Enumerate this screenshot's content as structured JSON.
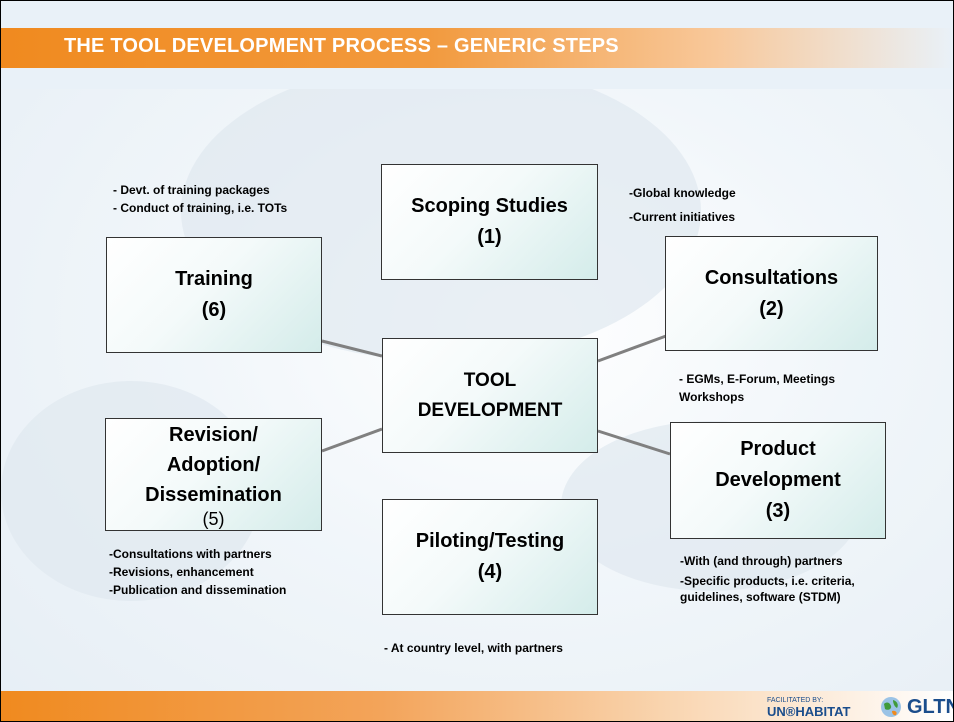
{
  "title": "THE TOOL DEVELOPMENT PROCESS – GENERIC STEPS",
  "center": {
    "line1": "TOOL",
    "line2": "DEVELOPMENT"
  },
  "steps": {
    "scoping": {
      "line1": "Scoping Studies",
      "number": "(1)"
    },
    "consultations": {
      "line1": "Consultations",
      "number": "(2)"
    },
    "product": {
      "line1": "Product",
      "line2": "Development",
      "number": "(3)"
    },
    "piloting": {
      "line1": "Piloting/Testing",
      "number": "(4)"
    },
    "revision": {
      "line1": "Revision/",
      "line2": "Adoption/",
      "line3": "Dissemination",
      "number": "(5)"
    },
    "training": {
      "line1": "Training",
      "number": "(6)"
    }
  },
  "notes": {
    "training": [
      "- Devt. of training packages",
      "- Conduct of training, i.e. TOTs"
    ],
    "scoping": [
      "-Global knowledge",
      "-Current initiatives"
    ],
    "consultations": [
      "- EGMs, E-Forum, Meetings",
      " Workshops"
    ],
    "revision": [
      "-Consultations with partners",
      "-Revisions, enhancement",
      "-Publication and dissemination"
    ],
    "product": [
      "-With (and through) partners",
      "-Specific products, i.e. criteria,",
      " guidelines, software (STDM)"
    ],
    "piloting": [
      "- At country level, with partners"
    ]
  },
  "footer": {
    "logo_facilitated": "FACILITATED BY:",
    "logo_habitat": "UN®HABITAT",
    "logo_gltn": "GLTN"
  },
  "colors": {
    "accent_orange": "#f08a1f",
    "logo_blue": "#1a4d8c",
    "box_tint": "#d4ecea"
  }
}
